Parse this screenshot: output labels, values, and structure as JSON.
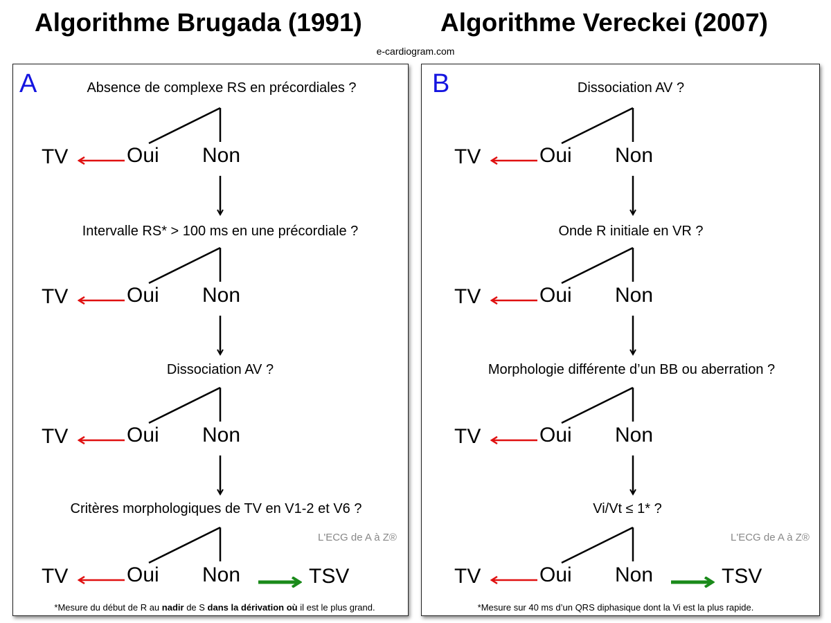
{
  "header": {
    "title_left": "Algorithme Brugada (1991)",
    "title_right": "Algorithme Vereckei (2007)",
    "site": "e-cardiogram.com"
  },
  "labels": {
    "yes": "Oui",
    "no": "Non",
    "vt": "TV",
    "svt": "TSV"
  },
  "colors": {
    "yes_arrow": "#e01010",
    "final_arrow": "#1a8a1a",
    "panel_letter": "#1515e0"
  },
  "watermark": "L'ECG de A à Z®",
  "panels": [
    {
      "letter": "A",
      "questions": [
        "Absence de complexe RS en précordiales ?",
        "Intervalle RS* > 100 ms en une précordiale ?",
        "Dissociation AV ?",
        "Critères morphologiques de TV en V1-2 et V6 ?"
      ],
      "footnote": {
        "p1": "*Mesure du début de R au ",
        "b1": "nadir",
        "p2": " de S ",
        "b2": "dans la dérivation où",
        "p3": " il est le plus grand."
      }
    },
    {
      "letter": "B",
      "questions": [
        "Dissociation AV ?",
        "Onde R initiale en VR ?",
        "Morphologie différente d’un BB ou aberration ?",
        "Vi/Vt ≤ 1* ?"
      ],
      "footnote": {
        "p1": "*Mesure sur 40 ms d’un QRS diphasique dont la Vi est la plus rapide."
      }
    }
  ]
}
